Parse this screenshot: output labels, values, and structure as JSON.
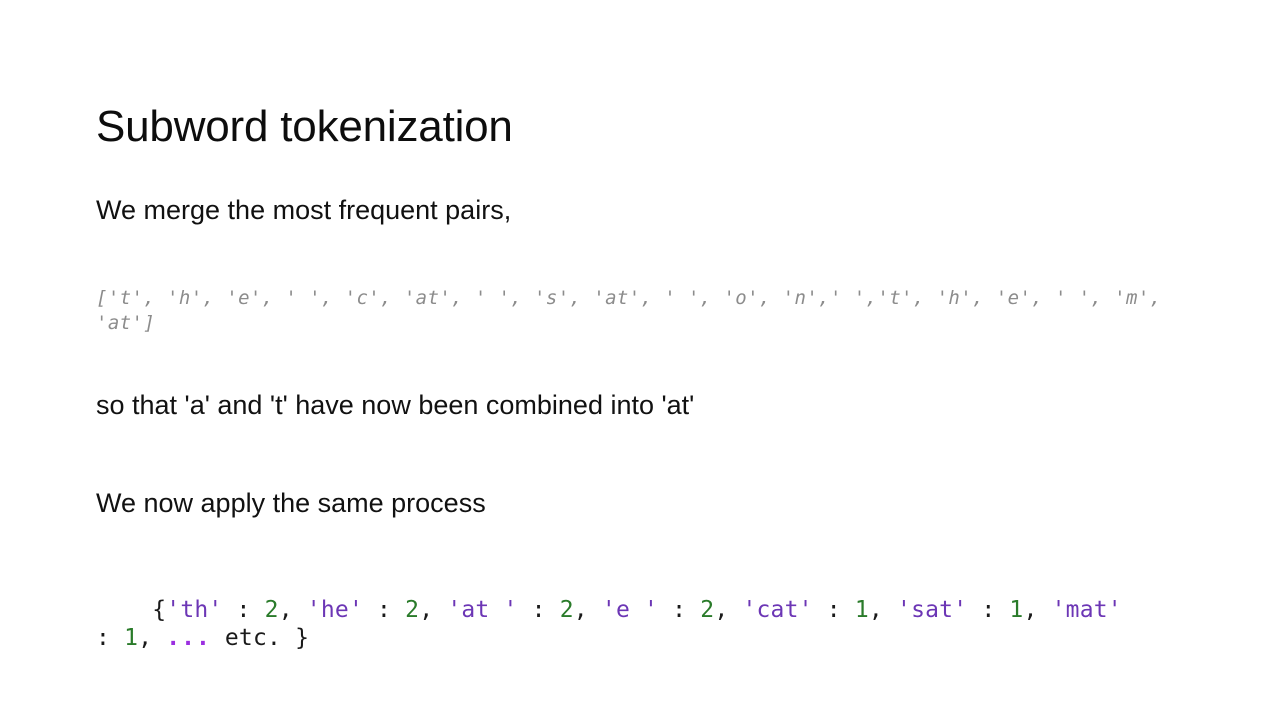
{
  "slide": {
    "title": "Subword tokenization",
    "background_color": "#ffffff",
    "text_color": "#111111"
  },
  "lines": {
    "intro": "We merge the most frequent pairs,",
    "explanation": "so that 'a' and 't' have now been combined into 'at'",
    "next_step": "We now apply the same process"
  },
  "token_list": {
    "style": "italic-monospace-muted",
    "color": "#8c8c8c",
    "text": "['t', 'h', 'e', ' ', 'c', 'at', ' ', 's', 'at', ' ', 'o', 'n',' ','t', 'h', 'e', ' ', 'm', 'at']",
    "tokens": [
      "t",
      "h",
      "e",
      " ",
      "c",
      "at",
      " ",
      "s",
      "at",
      " ",
      "o",
      "n",
      " ",
      "t",
      "h",
      "e",
      " ",
      "m",
      "at"
    ]
  },
  "pair_counts": {
    "style": "syntax-highlighted-monospace",
    "colors": {
      "string": "#6c36b5",
      "number": "#2a7b2a",
      "punctuation": "#1a1a1a",
      "ellipsis": "#9b2ee0"
    },
    "open_brace": "{",
    "close_brace": "}",
    "entries": [
      {
        "key": "'th'",
        "sep": " : ",
        "value": "2",
        "comma": ", "
      },
      {
        "key": "'he'",
        "sep": " : ",
        "value": "2",
        "comma": ", "
      },
      {
        "key": "'at '",
        "sep": " : ",
        "value": "2",
        "comma": ", "
      },
      {
        "key": "'e '",
        "sep": " : ",
        "value": "2",
        "comma": ", "
      },
      {
        "key": "'cat'",
        "sep": " : ",
        "value": "1",
        "comma": ", "
      },
      {
        "key": "'sat'",
        "sep": " : ",
        "value": "1",
        "comma": ", "
      },
      {
        "key": "'mat'",
        "sep": " : ",
        "value": "1",
        "comma": ", "
      }
    ],
    "ellipsis": "...",
    "etc_label": " etc. "
  }
}
